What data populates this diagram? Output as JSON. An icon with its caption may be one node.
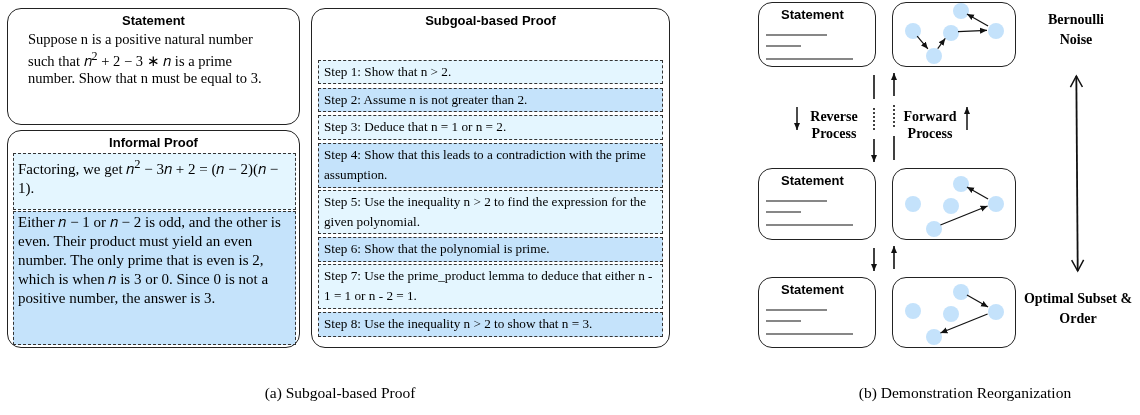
{
  "diagram": {
    "nodes": [
      {
        "text": [
          "Statement",
          "Suppose n is a positive natural number such that 𝑛$^{2}$ + 2 − 3 ∗ 𝑛 is a prime number. Show that n must be equal to 3."
        ]
      },
      {
        "text": [
          "Informal Proof"
        ]
      },
      {
        "text": [
          "Factoring, we get 𝑛$^{2}$ − 3𝑛 + 2 = (𝑛 − 2)(𝑛 − 1)."
        ],
        "in": 1
      },
      {
        "text": [
          "Either 𝑛 − 1 or 𝑛 − 2 is odd, and the other is even. Their product must yield an even number. The only prime that is even is 2, which is when 𝑛 is 3 or 0. Since 0 is not a positive number, the answer is 3."
        ],
        "in": 1
      },
      {
        "text": [
          "Subgoal-based Proof"
        ]
      },
      {
        "text": [
          "Step 1: Show that n > 2."
        ],
        "in": 4
      },
      {
        "text": [
          "Step 2: Assume n is not greater than 2."
        ],
        "in": 4
      },
      {
        "text": [
          "Step 3: Deduce that n = 1 or n = 2."
        ],
        "in": 4
      },
      {
        "text": [
          "Step 4: Show that this leads to a contradiction with the prime assumption."
        ],
        "in": 4
      },
      {
        "text": [
          "Step 5: Use the inequality n > 2 to find the expression for the given polynomial."
        ],
        "in": 4
      },
      {
        "text": [
          "Step 6: Show that the polynomial is prime."
        ],
        "in": 4
      },
      {
        "text": [
          "Step 7: Use the prime_product lemma to deduce that either n - 1 = 1 or n - 2 = 1."
        ],
        "in": 4
      },
      {
        "text": [
          "Step 8: Use the inequality n > 2 to show that n = 3."
        ],
        "in": 4
      },
      {
        "text": [
          "Statement"
        ]
      },
      {
        "text": [],
        "shape": "box"
      },
      {
        "text": [],
        "shape": "circle",
        "in": 14
      },
      {
        "text": [],
        "shape": "circle",
        "in": 14
      },
      {
        "text": [],
        "shape": "circle",
        "in": 14
      },
      {
        "text": [],
        "shape": "circle",
        "in": 14
      },
      {
        "text": [],
        "shape": "circle",
        "in": 14
      },
      {
        "text": [
          "Statement"
        ]
      },
      {
        "text": [],
        "shape": "box"
      },
      {
        "text": [],
        "shape": "circle",
        "in": 21
      },
      {
        "text": [],
        "shape": "circle",
        "in": 21
      },
      {
        "text": [],
        "shape": "circle",
        "in": 21
      },
      {
        "text": [],
        "shape": "circle",
        "in": 21
      },
      {
        "text": [],
        "shape": "circle",
        "in": 21
      },
      {
        "text": [
          "Statement"
        ]
      },
      {
        "text": [],
        "shape": "box"
      },
      {
        "text": [],
        "shape": "circle",
        "in": 28
      },
      {
        "text": [],
        "shape": "circle",
        "in": 28
      },
      {
        "text": [],
        "shape": "circle",
        "in": 28
      },
      {
        "text": [],
        "shape": "circle",
        "in": 28
      },
      {
        "text": [],
        "shape": "circle",
        "in": 28
      },
      {
        "text": [
          "Bernoulli Noise"
        ]
      },
      {
        "text": [
          "Optimal Subset & Order"
        ]
      }
    ],
    "edges": [
      {
        "from": 15,
        "to": 16,
        "arrow": "to"
      },
      {
        "from": 16,
        "to": 17,
        "arrow": "to"
      },
      {
        "from": 17,
        "to": 19,
        "arrow": "to"
      },
      {
        "from": 19,
        "to": 18,
        "arrow": "to"
      },
      {
        "from": 26,
        "to": 25,
        "arrow": "to"
      },
      {
        "from": 23,
        "to": 26,
        "arrow": "to"
      },
      {
        "from": 32,
        "to": 33,
        "arrow": "to"
      },
      {
        "from": 33,
        "to": 30,
        "arrow": "to"
      },
      {
        "from": 13,
        "to": 20,
        "arrow": "to",
        "style": "dashed"
      },
      {
        "from": 21,
        "to": 14,
        "arrow": "to",
        "style": "dashed"
      },
      {
        "from": 20,
        "to": 27,
        "arrow": "to"
      },
      {
        "from": 28,
        "to": 21,
        "arrow": "to"
      },
      {
        "from": 34,
        "to": 35,
        "arrow": "both"
      }
    ],
    "labels": [
      "Reverse Process",
      "Forward Process",
      "(a) Subgoal-based Proof",
      "(b) Demonstration Reorganization"
    ]
  }
}
